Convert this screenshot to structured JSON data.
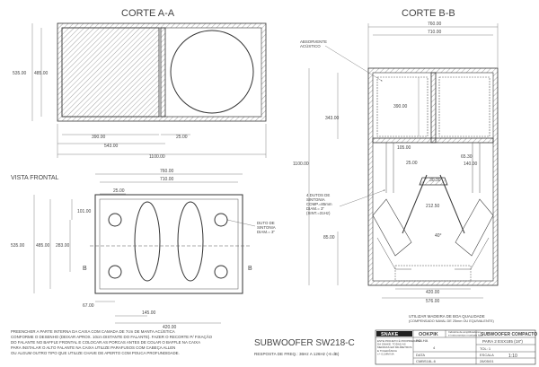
{
  "titles": {
    "corte_aa": "CORTE A-A",
    "corte_bb": "CORTE B-B",
    "vista_frontal": "VISTA FRONTAL"
  },
  "corte_aa": {
    "d_height_outer": "535.00",
    "d_height_inner": "485.00",
    "d_390": "390.00",
    "d_25": "25.00",
    "d_543": "543.00",
    "d_1100": "1100.00"
  },
  "corte_bb": {
    "d_760": "760.00",
    "d_710": "710.00",
    "absorvente": "ABSORVENTE\nACÚSTICO",
    "d_343": "343.00",
    "d_390": "390.00",
    "d_1100": "1100.00",
    "d_105": "105.00",
    "d_6530": "65.30",
    "d_140": "140.00",
    "d_25": "25.00",
    "d_3030": "30.30",
    "d_2125": "212.50",
    "dutos_note": "4 DUTOS DE\nSINTONIA\nCOMP.=85mm\nDIAM.= 3\"\n(SINT.=31Hz)",
    "d_85": "85.00",
    "angle": "40°",
    "d_420": "420.00",
    "d_576": "576.00"
  },
  "vista": {
    "d_760": "760.00",
    "d_710": "710.00",
    "d_25": "25.00",
    "d_101": "101.00",
    "d_535": "535.00",
    "d_485": "485.00",
    "d_283": "283.00",
    "duto_label": "DUTO DE\nSINTONIA\nDIAM.= 3\"",
    "d_67": "67.00",
    "d_145": "145.00",
    "d_420": "420.00",
    "b_left": "B",
    "b_right": "B"
  },
  "notes": {
    "madeira": "UTILIZAR MADEIRA DE BOA QUALIDADE\n(COMPENSADO NAVAL DE 25mm OU EQUIVALENTE)",
    "bottom": "PREENCHER A PARTE INTERNA DA CAIXA COM CAMADA DE 7cm DE MANTA ACÚSTICA\nCONFORME O DESENHO (DEIXAR APROX. 10cm DISTANTE DO FALANTE). FAZER O RECORTE P/ FIXAÇÃO\nDO FALANTE NO BAFFLE FRONTAL E COLOCAR AS PORCAS ANTES DE COLAR O BAFFLE NA CAIXA\nPARA INSTALAR O ALTO FALANTE NA CAIXA UTILIZE PARAFUSOS COM CABEÇA ALLEN\nOU ALGUM OUTRO TIPO QUE UTILIZE CHAVE DE APERTO COM POUCA PROFUNDIDADE."
  },
  "product": {
    "title": "SUBWOOFER SW218-C",
    "resposta": "RESPOSTA DE FREQ.: 36Hz A 126Hz (-6 dB)"
  },
  "titleblock": {
    "brand": "SNAKE",
    "ookpik": "OOKPIK",
    "company": "Indústria de amplificadores\ne instrumentos musicais ltda.",
    "product_line1": "SUBWOOFER COMPACTO",
    "product_line2": "PARA 2 ESX185 (18\")",
    "disclaimer": "ESTE PROJETO É PROPRIEDADE\nDA SNAKE. TODAS AS\nMEDIDAS EM MILÍMETROS\nE TOLERÂNCIA\n+/- 0,1MM NA",
    "folha": "4",
    "folha_label": "FOLHA",
    "escala_label": "ESCALA",
    "escala": "1:10",
    "data_label": "DATA",
    "data": "28/05/01",
    "cod": "CMBS18L-6",
    "tol": "TOL: 1"
  }
}
